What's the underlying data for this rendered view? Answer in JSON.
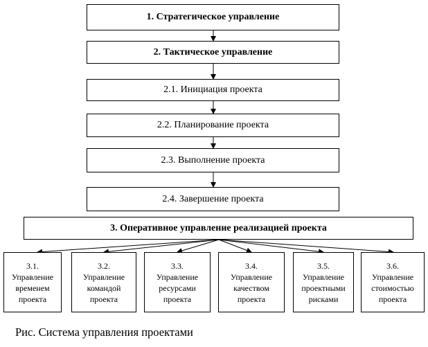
{
  "diagram": {
    "levels": {
      "strategic": "1. Стратегическое управление",
      "tactical": "2. Тактическое управление",
      "initiation": "2.1. Инициация проекта",
      "planning": "2.2. Планирование проекта",
      "execution": "2.3. Выполнение проекта",
      "completion": "2.4. Завершение проекта",
      "operational": "3. Оперативное управление реализацией проекта"
    },
    "areas": [
      {
        "num": "3.1.",
        "l1": "Управление",
        "l2": "временем",
        "l3": "проекта"
      },
      {
        "num": "3.2.",
        "l1": "Управление",
        "l2": "командой",
        "l3": "проекта"
      },
      {
        "num": "3.3.",
        "l1": "Управление",
        "l2": "ресурсами",
        "l3": "проекта"
      },
      {
        "num": "3.4.",
        "l1": "Управление",
        "l2": "качеством",
        "l3": "проекта"
      },
      {
        "num": "3.5.",
        "l1": "Управление",
        "l2": "проектными",
        "l3": "рисками"
      },
      {
        "num": "3.6.",
        "l1": "Управление",
        "l2": "стоимостью",
        "l3": "проекта"
      }
    ]
  },
  "caption": "Рис. Система управления проектами"
}
